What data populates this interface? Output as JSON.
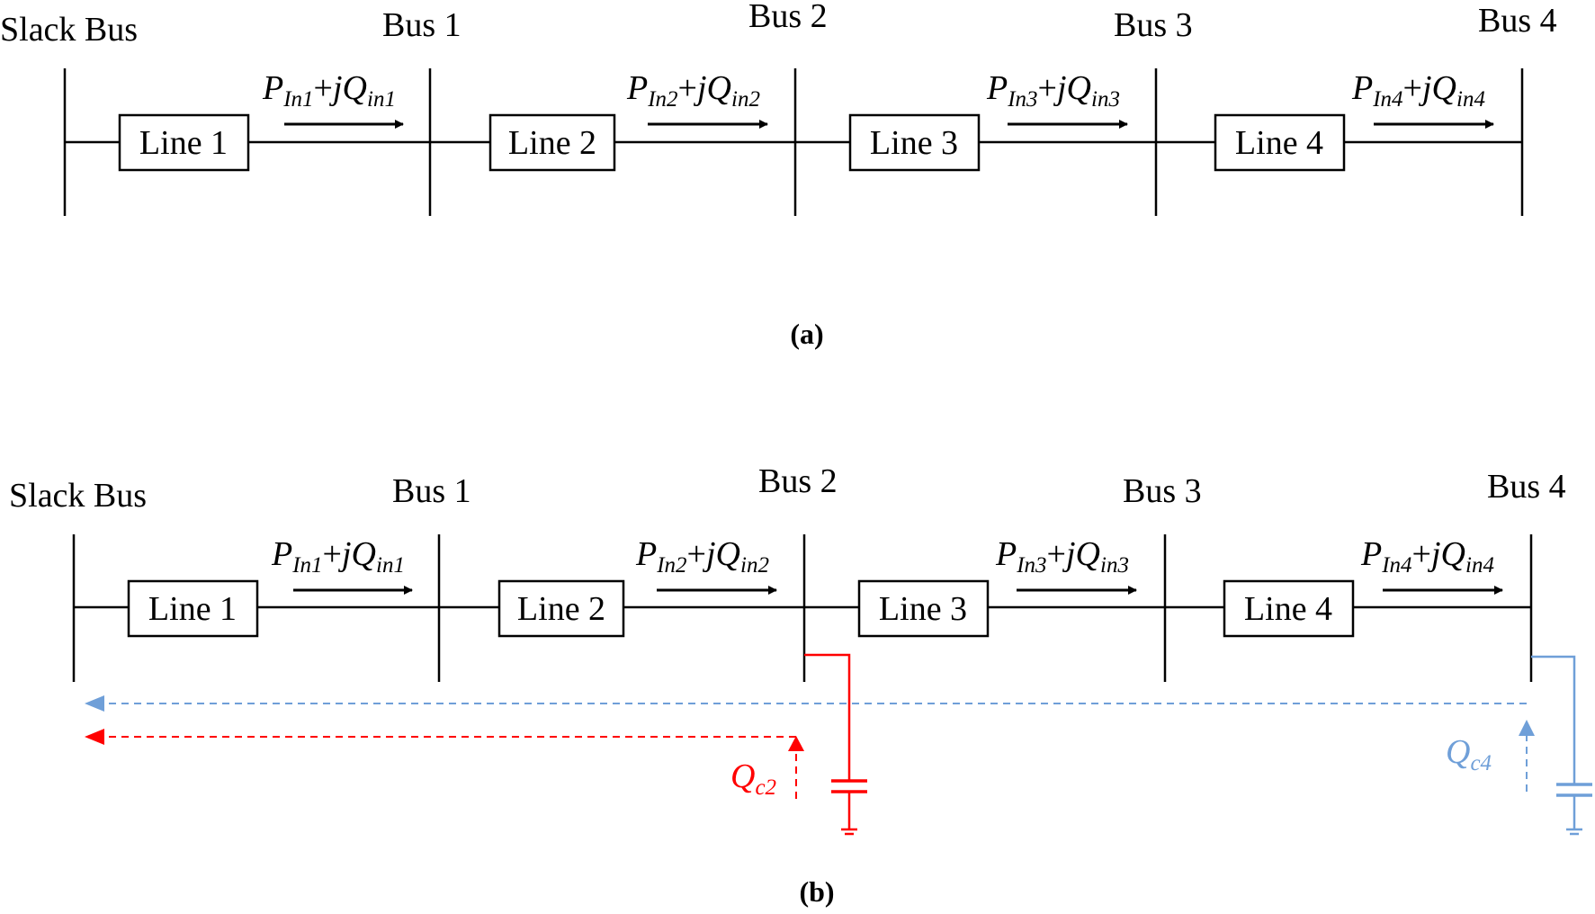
{
  "panels": [
    {
      "caption": "(a)",
      "buses": [
        "Slack Bus",
        "Bus 1",
        "Bus 2",
        "Bus 3",
        "Bus 4"
      ],
      "lines": [
        {
          "label": "Line 1",
          "flow": {
            "p": "P",
            "p_sub": "In1",
            "plus": "+",
            "j": "j",
            "q": "Q",
            "q_sub": "in1"
          }
        },
        {
          "label": "Line 2",
          "flow": {
            "p": "P",
            "p_sub": "In2",
            "plus": "+",
            "j": "j",
            "q": "Q",
            "q_sub": "in2"
          }
        },
        {
          "label": "Line 3",
          "flow": {
            "p": "P",
            "p_sub": "In3",
            "plus": "+",
            "j": "j",
            "q": "Q",
            "q_sub": "in3"
          }
        },
        {
          "label": "Line 4",
          "flow": {
            "p": "P",
            "p_sub": "In4",
            "plus": "+",
            "j": "j",
            "q": "Q",
            "q_sub": "in4"
          }
        }
      ]
    },
    {
      "caption": "(b)",
      "buses": [
        "Slack Bus",
        "Bus 1",
        "Bus 2",
        "Bus 3",
        "Bus 4"
      ],
      "lines": [
        {
          "label": "Line 1",
          "flow": {
            "p": "P",
            "p_sub": "In1",
            "plus": "+",
            "j": "j",
            "q": "Q",
            "q_sub": "in1"
          }
        },
        {
          "label": "Line 2",
          "flow": {
            "p": "P",
            "p_sub": "In2",
            "plus": "+",
            "j": "j",
            "q": "Q",
            "q_sub": "in2"
          }
        },
        {
          "label": "Line 3",
          "flow": {
            "p": "P",
            "p_sub": "In3",
            "plus": "+",
            "j": "j",
            "q": "Q",
            "q_sub": "in3"
          }
        },
        {
          "label": "Line 4",
          "flow": {
            "p": "P",
            "p_sub": "In4",
            "plus": "+",
            "j": "j",
            "q": "Q",
            "q_sub": "in4"
          }
        }
      ],
      "compensators": [
        {
          "q": "Q",
          "q_sub": "c2",
          "color": "#ff0000"
        },
        {
          "q": "Q",
          "q_sub": "c4",
          "color": "#6f9fd8"
        }
      ]
    }
  ],
  "colors": {
    "ink": "#000000",
    "comp_red": "#ff0000",
    "comp_blue": "#6f9fd8"
  }
}
